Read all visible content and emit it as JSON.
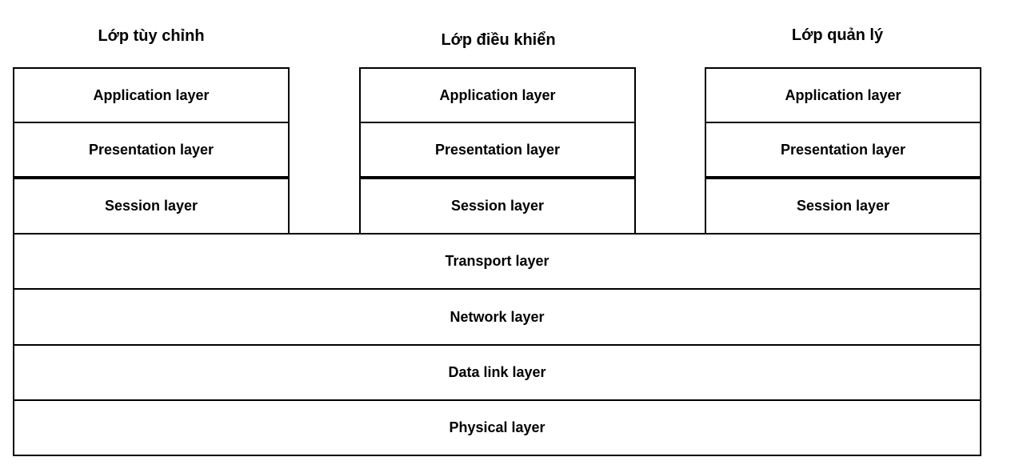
{
  "columns": [
    {
      "title": "Lớp tùy chỉnh",
      "layers": [
        "Application layer",
        "Presentation layer",
        "Session layer"
      ]
    },
    {
      "title": "Lớp điều khiển",
      "layers": [
        "Application layer",
        "Presentation layer",
        "Session layer"
      ]
    },
    {
      "title": "Lớp quản lý",
      "layers": [
        "Application layer",
        "Presentation layer",
        "Session layer"
      ]
    }
  ],
  "shared_layers": [
    "Transport layer",
    "Network layer",
    "Data link layer",
    "Physical layer"
  ]
}
